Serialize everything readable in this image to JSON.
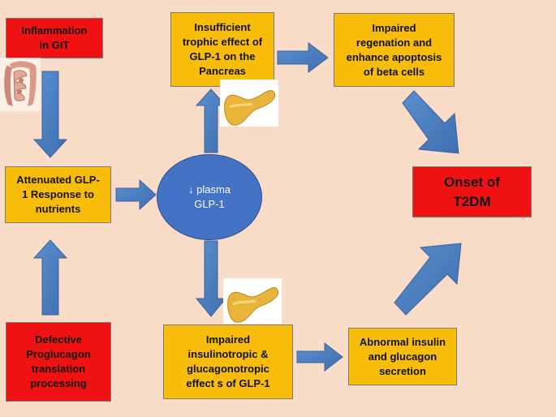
{
  "boxes": {
    "inflammation": "Inflammation\nin GIT",
    "attenuated": "Attenuated GLP-\n1 Response to\nnutrients",
    "defective": "Defective\nProglucagon\ntranslation\nprocessing",
    "insufficient": "Insufficient\ntrophic effect of\nGLP-1 on the\nPancreas",
    "impaired_regen": "Impaired\nregenation and\nenhance apoptosis\nof  beta cells",
    "onset": "Onset of\nT2DM",
    "impaired_insulino": "Impaired\ninsulinotropic &\nglucagonotropic\neffect s of GLP-1",
    "abnormal": "Abnormal insulin\nand glucagon\nsecretion"
  },
  "center": {
    "label": "↓ plasma\nGLP-1"
  },
  "colors": {
    "red": "#f01212",
    "orange": "#f8bd0a",
    "arrow": "#4f81bd",
    "ellipse": "#4472c4",
    "background": "#f8dcc7"
  },
  "icons": [
    "intestine-icon",
    "pancreas-icon",
    "pancreas-icon"
  ]
}
